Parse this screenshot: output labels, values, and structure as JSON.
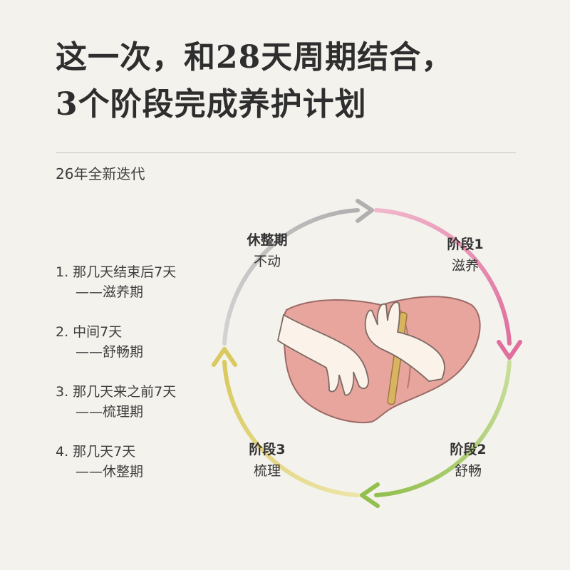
{
  "headline": {
    "line1": "这一次，和28天周期结合，",
    "line2": "3个阶段完成养护计划"
  },
  "subtitle": "26年全新迭代",
  "phases": [
    {
      "line1": "1. 那几天结束后7天",
      "line2": "——滋养期"
    },
    {
      "line1": "2. 中间7天",
      "line2": "——舒畅期"
    },
    {
      "line1": "3. 那几天来之前7天",
      "line2": "——梳理期"
    },
    {
      "line1": "4. 那几天7天",
      "line2": "——休整期"
    }
  ],
  "cycle": {
    "rest": {
      "title": "休整期",
      "sub": "不动"
    },
    "stage1": {
      "title": "阶段1",
      "sub": "滋养"
    },
    "stage2": {
      "title": "阶段2",
      "sub": "舒畅"
    },
    "stage3": {
      "title": "阶段3",
      "sub": "梳理"
    }
  },
  "colors": {
    "background": "#f4f2ed",
    "stage1_pink": "#e27aa3",
    "stage2_green": "#9ec45c",
    "stage3_yellow": "#e0d074",
    "rest_gray": "#b9b9b9",
    "liver": "#e8a59e"
  },
  "icons": [
    "cycle-arrow-icon",
    "liver-illustration",
    "hands-illustration"
  ]
}
